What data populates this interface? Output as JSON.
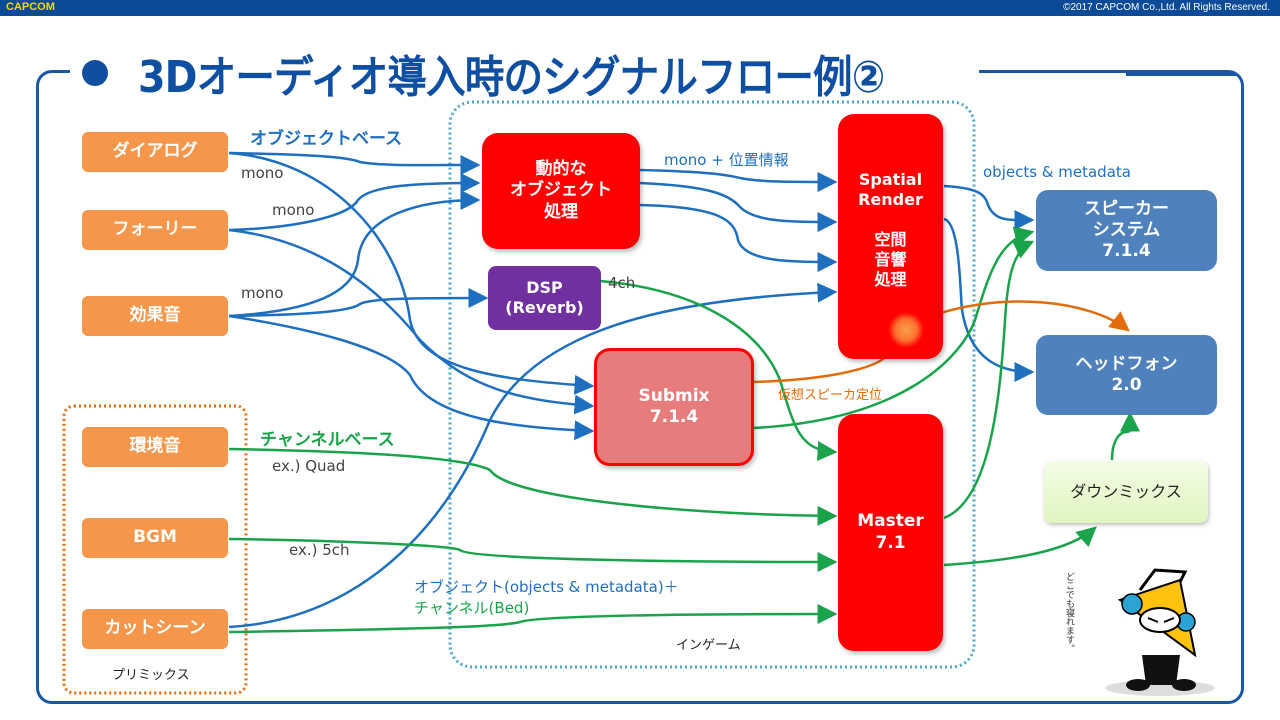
{
  "header": {
    "brand": "CAPCOM",
    "copyright": "©2017 CAPCOM Co.,Ltd. All Rights Reserved."
  },
  "title": "3Dオーディオ導入時のシグナルフロー例②",
  "colors": {
    "brand_blue": "#0f4fa1",
    "source_orange": "#f5964b",
    "process_red": "#ff0000",
    "submix_pink": "#e67c7c",
    "dsp_purple": "#7030a0",
    "output_blue": "#4f81bd",
    "object_flow": "#1e6fc0",
    "channel_flow": "#1aa34a",
    "virtual_flow": "#e36c0a",
    "downmix_green": "#e6f7c8"
  },
  "sections": {
    "object_based": "オブジェクトベース",
    "channel_based": "チャンネルベース",
    "premix": "プリミックス",
    "ingame": "インゲーム"
  },
  "sources": [
    {
      "id": "dialog",
      "label": "ダイアログ",
      "type": "object"
    },
    {
      "id": "foley",
      "label": "フォーリー",
      "type": "object"
    },
    {
      "id": "sfx",
      "label": "効果音",
      "type": "object"
    },
    {
      "id": "ambience",
      "label": "環境音",
      "type": "channel"
    },
    {
      "id": "bgm",
      "label": "BGM",
      "type": "channel"
    },
    {
      "id": "cutscene",
      "label": "カットシーン",
      "type": "object+channel"
    }
  ],
  "processors": {
    "dynamic_object": "動的な\nオブジェクト\n処理",
    "dsp": "DSP\n(Reverb)",
    "submix": "Submix\n7.1.4",
    "spatial_render": "Spatial\nRender\n\n空間\n音響\n処理",
    "master": "Master\n7.1"
  },
  "outputs": {
    "speaker": "スピーカー\nシステム\n7.1.4",
    "headphone": "ヘッドフォン\n2.0",
    "downmix": "ダウンミックス"
  },
  "annotations": {
    "mono_1": "mono",
    "mono_2": "mono",
    "mono_3": "mono",
    "mono_position": "mono + 位置情報",
    "objects_metadata": "objects & metadata",
    "dsp_4ch": "4ch",
    "virtual_speaker": "仮想スピーカ定位",
    "ex_quad": "ex.) Quad",
    "ex_5ch": "ex.) 5ch",
    "object_channel_line1": "オブジェクト(objects & metadata)＋",
    "object_channel_line2": "チャンネル(Bed)"
  },
  "mascot": {
    "caption": "どこでも寝れます。"
  }
}
